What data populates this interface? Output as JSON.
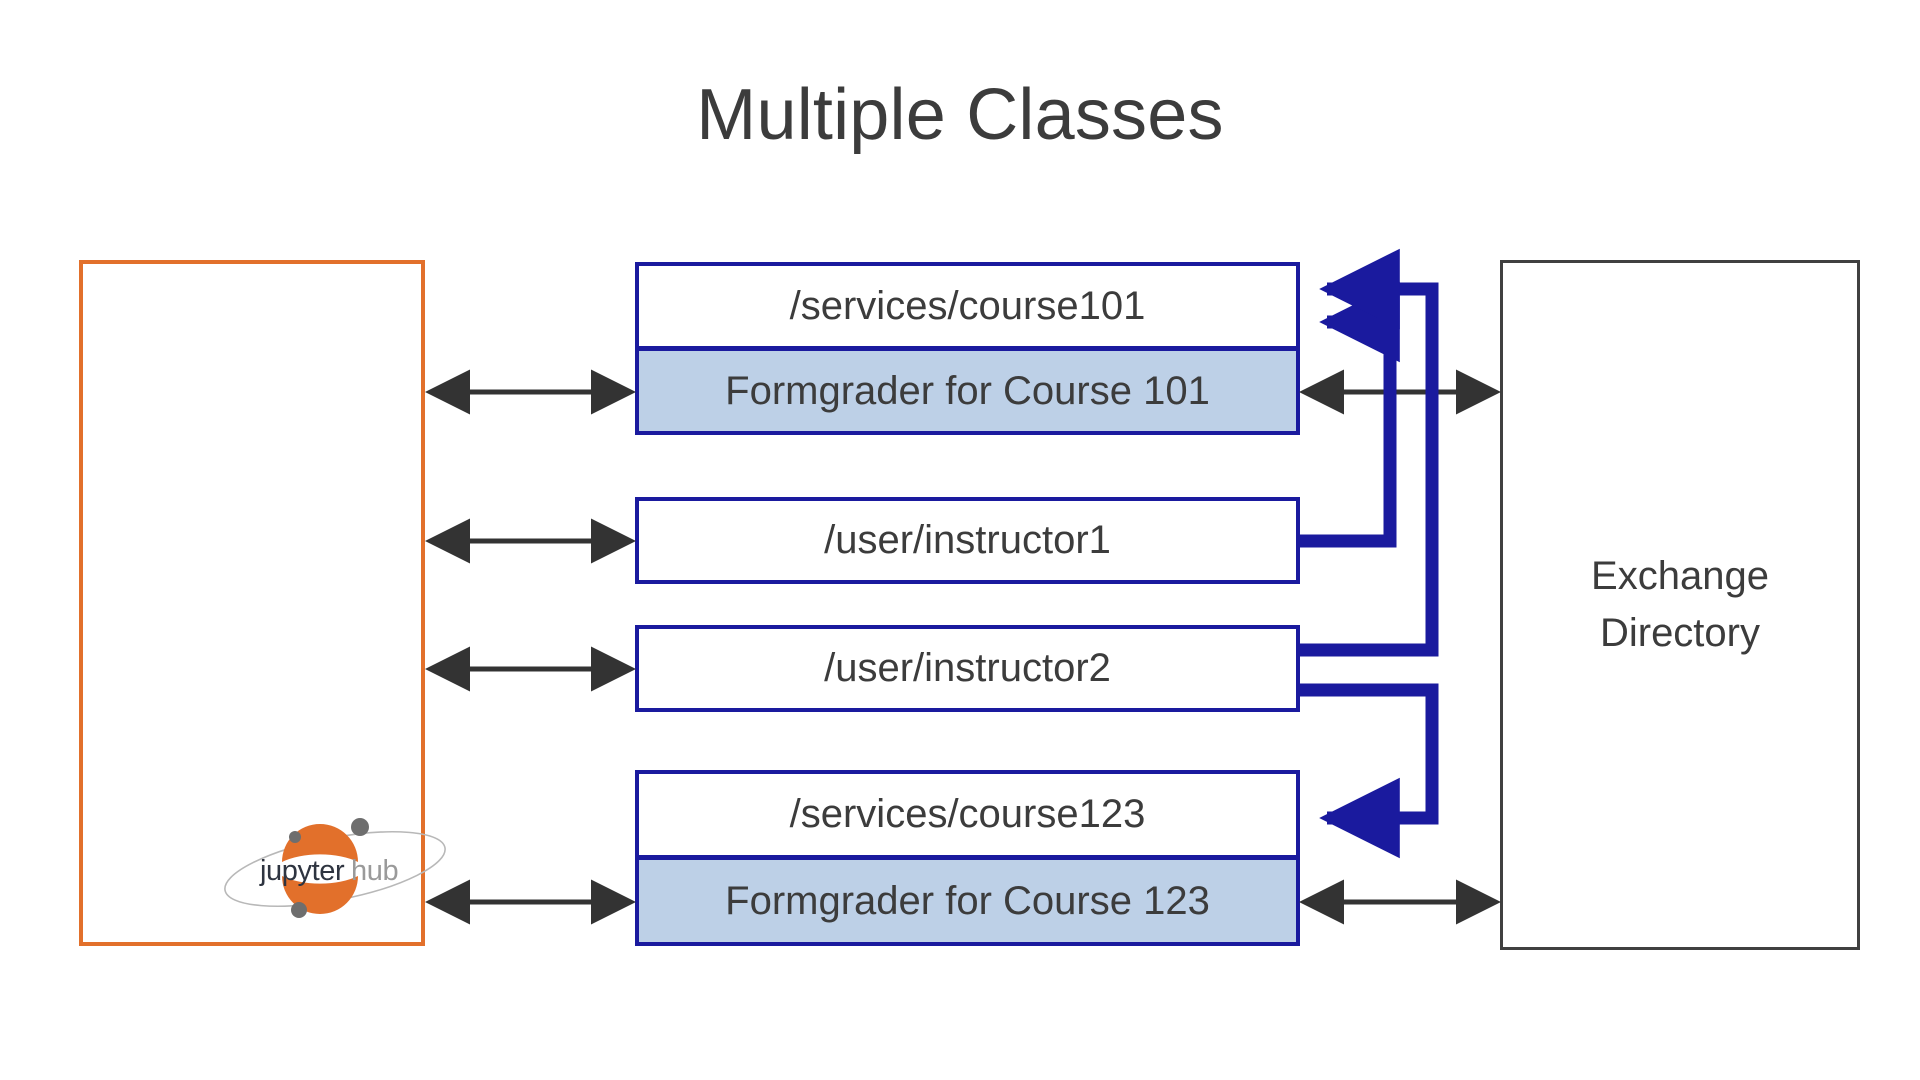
{
  "slide": {
    "title": "Multiple Classes",
    "background": "#FFFFFF",
    "title_color": "#3C3C3C"
  },
  "colors": {
    "orange_border": "#E2702B",
    "navy_border": "#1A1A9E",
    "navy_connector": "#1A1A9E",
    "light_blue_fill": "#BDD0E7",
    "gray_border": "#404040",
    "text_gray": "#3C3C3C",
    "black_arrow": "#333333",
    "logo_orange": "#E2702B",
    "logo_gray": "#6E6E6E",
    "logo_dark": "#2E3440"
  },
  "hub_panel": {
    "name": "JupyterHub",
    "logo_text_primary": "jupyter",
    "logo_text_secondary": "hub"
  },
  "exchange_panel": {
    "label": "Exchange\nDirectory"
  },
  "service_boxes": [
    {
      "id": "svc101",
      "label": "/services/course101",
      "filled": false
    },
    {
      "id": "fg101",
      "label": "Formgrader for Course 101",
      "filled": true
    },
    {
      "id": "instructor1",
      "label": "/user/instructor1",
      "filled": false
    },
    {
      "id": "instructor2",
      "label": "/user/instructor2",
      "filled": false
    },
    {
      "id": "svc123",
      "label": "/services/course123",
      "filled": false
    },
    {
      "id": "fg123",
      "label": "Formgrader for Course 123",
      "filled": true
    }
  ],
  "connections": {
    "hub_links": [
      {
        "from": "JupyterHub",
        "to": "Formgrader for Course 101",
        "style": "double-arrow",
        "color": "#333333"
      },
      {
        "from": "JupyterHub",
        "to": "/user/instructor1",
        "style": "double-arrow",
        "color": "#333333"
      },
      {
        "from": "JupyterHub",
        "to": "/user/instructor2",
        "style": "double-arrow",
        "color": "#333333"
      },
      {
        "from": "JupyterHub",
        "to": "Formgrader for Course 123",
        "style": "double-arrow",
        "color": "#333333"
      }
    ],
    "exchange_links": [
      {
        "from": "Formgrader for Course 101",
        "to": "Exchange Directory",
        "style": "double-arrow",
        "color": "#333333"
      },
      {
        "from": "Formgrader for Course 123",
        "to": "Exchange Directory",
        "style": "double-arrow",
        "color": "#333333"
      }
    ],
    "service_links": [
      {
        "from": "/user/instructor1",
        "to": "/services/course101",
        "style": "elbow-arrow",
        "color": "#1A1A9E"
      },
      {
        "from": "/user/instructor2",
        "to": "/services/course101",
        "style": "elbow-arrow",
        "color": "#1A1A9E"
      },
      {
        "from": "/user/instructor2",
        "to": "/services/course123",
        "style": "elbow-arrow",
        "color": "#1A1A9E"
      }
    ]
  }
}
